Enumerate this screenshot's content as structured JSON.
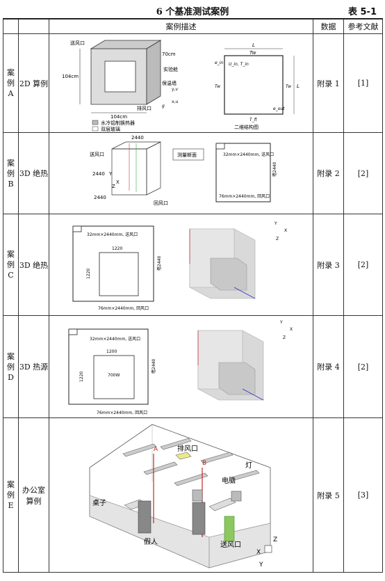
{
  "title": "6 个基准测试案例",
  "table_number": "表 5-1",
  "headers": {
    "description": "案例描述",
    "data": "数据",
    "reference": "参考文献"
  },
  "rows": [
    {
      "case": [
        "案",
        "例",
        "A"
      ],
      "name": "2D 算例",
      "data": "附录 1",
      "ref": "[1]",
      "labels": {
        "inlet": "送风口",
        "w70": "70cm",
        "cabin": "实验舱",
        "wall": "保温墙",
        "h104": "104cm",
        "outlet": "排风口",
        "b104": "104cm",
        "legend1": "水冷铝制换热器",
        "legend2": "双层玻璃",
        "L_top": "L",
        "Tw_top": "Tw",
        "e_in": "e_in",
        "Uin": "U_in, T_in",
        "Tw_left": "Tw",
        "Tw_right": "Tw",
        "L_right": "L",
        "Tfl": "T_fl",
        "e_out": "e_out",
        "xy": "y,v",
        "xu": "x,u",
        "g": "g",
        "caption": "二维结构图"
      }
    },
    {
      "case": [
        "案",
        "例",
        "B"
      ],
      "name": "3D 绝热",
      "data": "附录 2",
      "ref": "[2]",
      "labels": {
        "w2440": "2440",
        "inlet": "送风口",
        "meas": "测量断面",
        "h2440": "2440",
        "d2440": "2440",
        "outlet": "回风口",
        "top_slot": "32mm×2440mm, 送风口",
        "wall2440": "墙2440",
        "bottom_slot": "76mm×2440mm, 回风口",
        "x": "X",
        "y": "Y",
        "z": "Z"
      }
    },
    {
      "case": [
        "案",
        "例",
        "C"
      ],
      "name": "3D 绝热",
      "data": "附录 3",
      "ref": "[2]",
      "labels": {
        "top_slot": "32mm×2440mm, 送风口",
        "w1220": "1220",
        "h1220": "1220",
        "wall2440": "墙2440",
        "bottom_slot": "76mm×2440mm, 回风口",
        "ax_y": "Y",
        "ax_x": "X",
        "ax_z": "Z"
      }
    },
    {
      "case": [
        "案",
        "例",
        "D"
      ],
      "name": "3D 热源",
      "data": "附录 4",
      "ref": "[2]",
      "labels": {
        "top_slot": "32mm×2440mm, 送风口",
        "w1200": "1200",
        "heat": "700W",
        "h1220": "1220",
        "wall2440": "墙2440",
        "bottom_slot": "76mm×2440mm, 回风口",
        "ax_y": "Y",
        "ax_x": "X",
        "ax_z": "Z"
      }
    },
    {
      "case": [
        "案",
        "例",
        "E"
      ],
      "name": "办公室\n算例",
      "name1": "办公室",
      "name2": "算例",
      "data": "附录 5",
      "ref": "[3]",
      "labels": {
        "A": "A",
        "exhaust": "排风口",
        "B": "B",
        "lamp": "灯",
        "pc": "电脑",
        "desk": "桌子",
        "dummy": "假人",
        "supply": "送风口",
        "Z": "Z",
        "X": "X",
        "Y": "Y"
      }
    }
  ]
}
